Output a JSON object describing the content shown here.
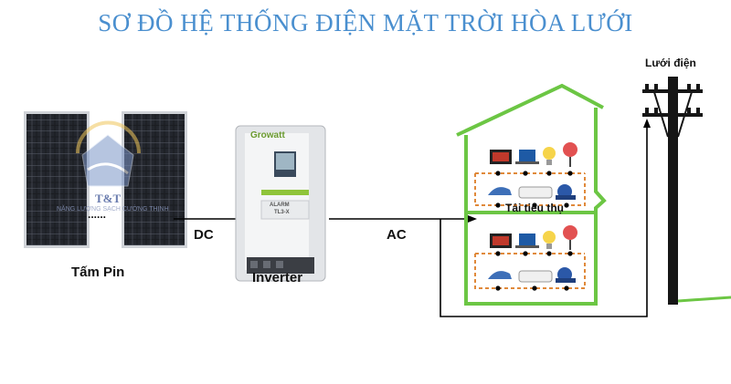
{
  "title": "SƠ ĐỒ HỆ THỐNG ĐIỆN MẶT TRỜI HÒA LƯỚI",
  "labels": {
    "panels": "Tấm Pin",
    "dots": "......",
    "dc": "DC",
    "inverter": "Inverter",
    "ac": "AC",
    "loads": "Tải tiêu thụ",
    "grid": "Lưới điện"
  },
  "inverter": {
    "brand": "Growatt",
    "model_tag": "ALARM",
    "series": "TL3-X"
  },
  "watermark": {
    "text": "T&T",
    "sub": "NĂNG LƯỢNG SẠCH CƯỜNG THỊNH"
  },
  "colors": {
    "title": "#4a8fcf",
    "house": "#6cc644",
    "wire": "#000000",
    "load_line": "#e0893a",
    "panel": "#1b1d22",
    "inverter_green": "#8fc43a"
  },
  "icons": [
    "tv-icon",
    "laptop-icon",
    "bulb-icon",
    "fan-icon",
    "iron-icon",
    "air-conditioner-icon",
    "pump-icon"
  ]
}
